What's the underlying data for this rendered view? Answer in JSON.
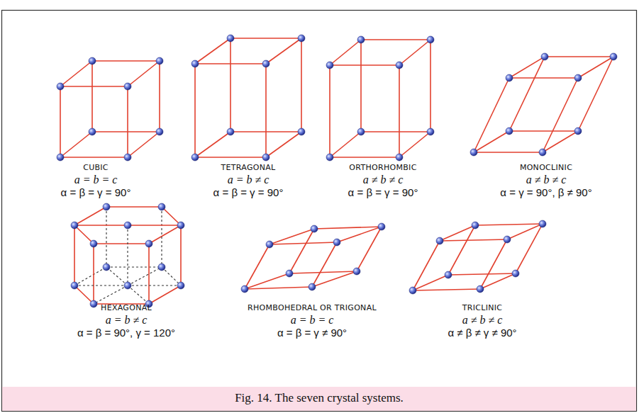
{
  "diagram": {
    "caption": "Fig. 14. The seven crystal systems.",
    "labels": [
      "CUBIC",
      "a = b = c",
      "α = β = γ = 90°",
      "TETRAGONAL",
      "a = b ≠ c",
      "α = β = γ = 90°",
      "ORTHORHOMBIC",
      "a ≠ b ≠ c",
      "α = β = γ = 90°",
      "MONOCLINIC",
      "a ≠ b ≠ c",
      "α = γ = 90°,  β ≠ 90°",
      "HEXAGONAL",
      "a = b ≠ c",
      "α = β = 90°, γ = 120°",
      "RHOMBOHEDRAL OR TRIGONAL",
      "a = b = c",
      "α = β = γ ≠ 90°",
      "TRICLINIC",
      "a ≠ b ≠ c",
      "α ≠ β ≠ γ ≠ 90°"
    ]
  }
}
